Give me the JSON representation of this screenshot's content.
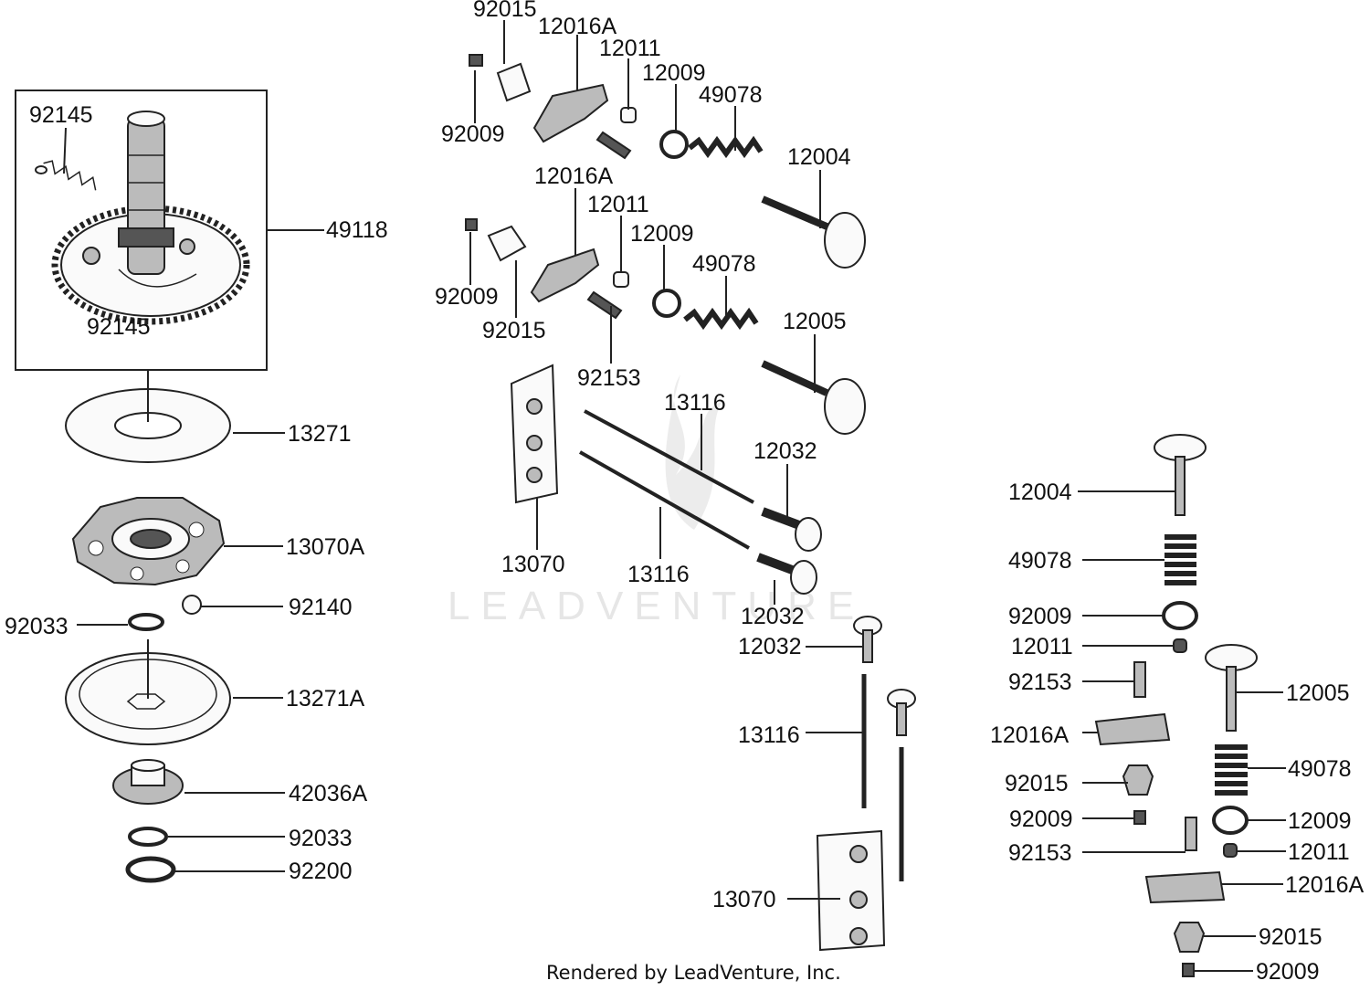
{
  "watermark": "LEADVENTURE",
  "footer": "Rendered by LeadVenture, Inc.",
  "callouts": [
    {
      "id": "c0",
      "text": "92145"
    },
    {
      "id": "c1",
      "text": "49118"
    },
    {
      "id": "c2",
      "text": "92145"
    },
    {
      "id": "c3",
      "text": "13271"
    },
    {
      "id": "c4",
      "text": "13070A"
    },
    {
      "id": "c5",
      "text": "92033"
    },
    {
      "id": "c6",
      "text": "92140"
    },
    {
      "id": "c7",
      "text": "13271A"
    },
    {
      "id": "c8",
      "text": "42036A"
    },
    {
      "id": "c9",
      "text": "92033"
    },
    {
      "id": "c10",
      "text": "92200"
    },
    {
      "id": "c11",
      "text": "92015"
    },
    {
      "id": "c12",
      "text": "12016A"
    },
    {
      "id": "c13",
      "text": "12011"
    },
    {
      "id": "c14",
      "text": "12009"
    },
    {
      "id": "c15",
      "text": "49078"
    },
    {
      "id": "c16",
      "text": "92009"
    },
    {
      "id": "c17",
      "text": "12004"
    },
    {
      "id": "c18",
      "text": "12016A"
    },
    {
      "id": "c19",
      "text": "12011"
    },
    {
      "id": "c20",
      "text": "12009"
    },
    {
      "id": "c21",
      "text": "49078"
    },
    {
      "id": "c22",
      "text": "92009"
    },
    {
      "id": "c23",
      "text": "92015"
    },
    {
      "id": "c24",
      "text": "12005"
    },
    {
      "id": "c25",
      "text": "92153"
    },
    {
      "id": "c26",
      "text": "13116"
    },
    {
      "id": "c27",
      "text": "12032"
    },
    {
      "id": "c28",
      "text": "13070"
    },
    {
      "id": "c29",
      "text": "13116"
    },
    {
      "id": "c30",
      "text": "12032"
    },
    {
      "id": "c31",
      "text": "12032"
    },
    {
      "id": "c32",
      "text": "13116"
    },
    {
      "id": "c33",
      "text": "13070"
    },
    {
      "id": "c34",
      "text": "12004"
    },
    {
      "id": "c35",
      "text": "49078"
    },
    {
      "id": "c36",
      "text": "92009"
    },
    {
      "id": "c37",
      "text": "12011"
    },
    {
      "id": "c38",
      "text": "92153"
    },
    {
      "id": "c39",
      "text": "12016A"
    },
    {
      "id": "c40",
      "text": "92015"
    },
    {
      "id": "c41",
      "text": "92009"
    },
    {
      "id": "c42",
      "text": "92153"
    },
    {
      "id": "c43",
      "text": "12005"
    },
    {
      "id": "c44",
      "text": "49078"
    },
    {
      "id": "c45",
      "text": "12009"
    },
    {
      "id": "c46",
      "text": "12011"
    },
    {
      "id": "c47",
      "text": "12016A"
    },
    {
      "id": "c48",
      "text": "92015"
    },
    {
      "id": "c49",
      "text": "92009"
    }
  ]
}
